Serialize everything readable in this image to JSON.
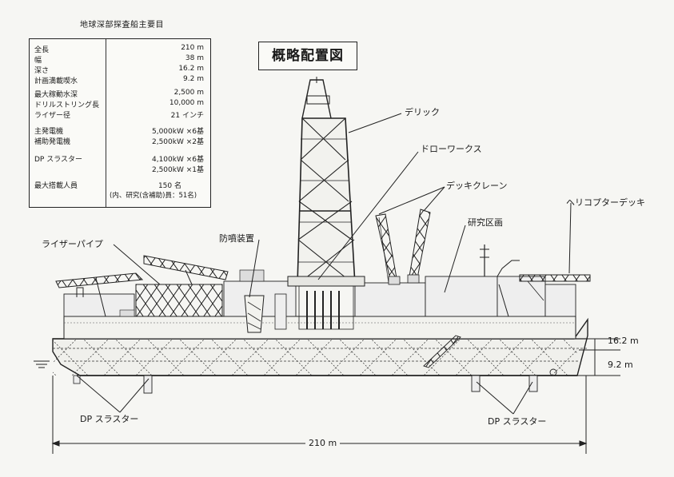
{
  "spec_caption": "地球深部探査船主要目",
  "title": "概略配置図",
  "specs": [
    {
      "label": "全長",
      "value": "210 m"
    },
    {
      "label": "幅",
      "value": "38 m"
    },
    {
      "label": "深さ",
      "value": "16.2 m"
    },
    {
      "label": "計画満載喫水",
      "value": "9.2 m"
    },
    {
      "label": "最大稼動水深",
      "value": "2,500 m"
    },
    {
      "label": "ドリルストリング長",
      "value": "10,000 m"
    },
    {
      "label": "ライザー径",
      "value": "21 インチ"
    },
    {
      "label": "主発電機",
      "value": "5,000kW ×6基"
    },
    {
      "label": "補助発電機",
      "value": "2,500kW ×2基"
    },
    {
      "label": "DP スラスター",
      "value": "4,100kW ×6基"
    },
    {
      "label": "",
      "value": "2,500kW ×1基"
    },
    {
      "label": "最大搭載人員",
      "value": "150 名"
    },
    {
      "label": "",
      "value": "(内、研究(含補助)員：51名)"
    }
  ],
  "labels": {
    "derrick": "デリック",
    "drawworks": "ドローワークス",
    "deck_crane": "デッキクレーン",
    "helideck": "ヘリコプターデッキ",
    "lab_area": "研究区画",
    "bop": "防噴装置",
    "riser_pipe": "ライザーパイプ",
    "dp_left": "DP スラスター",
    "dp_right": "DP スラスター"
  },
  "dimensions": {
    "depth": "16.2 m",
    "draft": "9.2 m",
    "length": "210 m"
  }
}
